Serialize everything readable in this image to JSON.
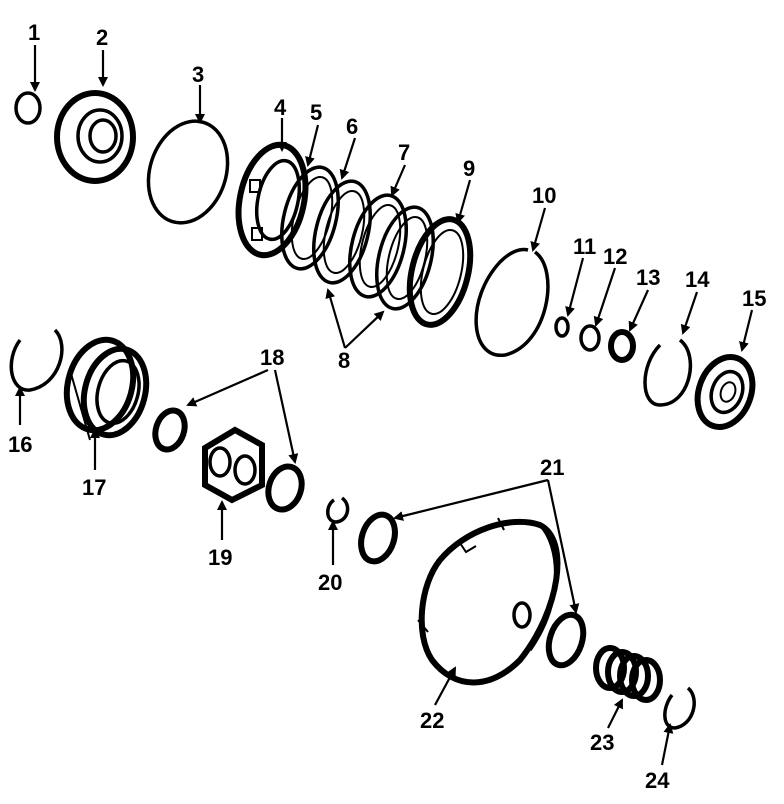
{
  "diagram": {
    "callouts": [
      "1",
      "2",
      "3",
      "4",
      "5",
      "6",
      "7",
      "9",
      "10",
      "11",
      "12",
      "13",
      "14",
      "15",
      "8",
      "16",
      "17",
      "18",
      "19",
      "20",
      "21",
      "22",
      "23",
      "24"
    ]
  },
  "colors": {
    "ink": "#000000",
    "paper": "#ffffff"
  }
}
